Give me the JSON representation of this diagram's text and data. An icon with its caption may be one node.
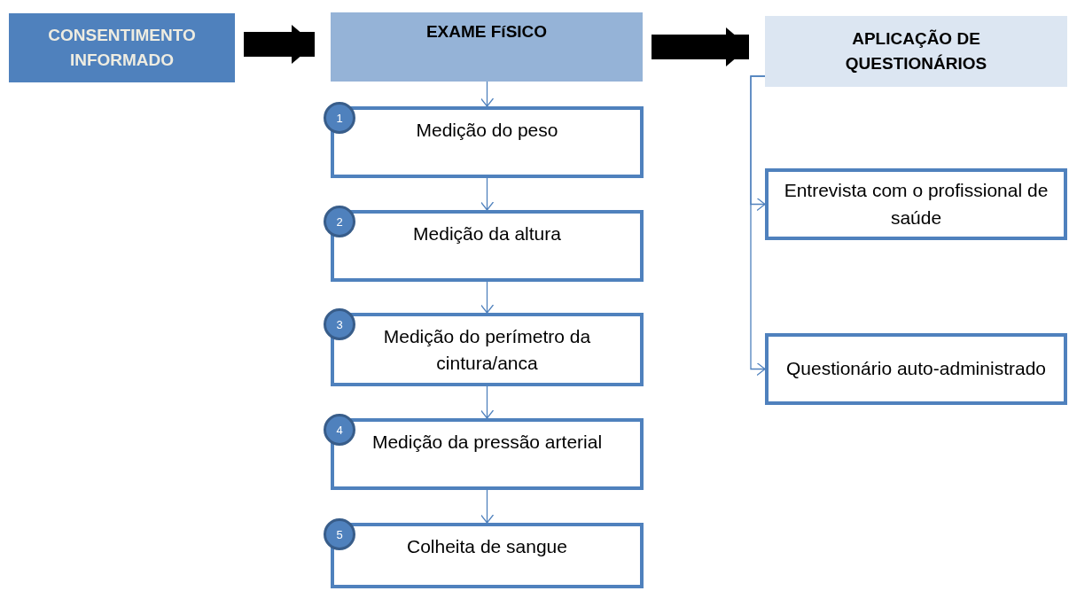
{
  "diagram": {
    "nodes": [
      {
        "text": [
          "CONSENTIMENTO INFORMADO"
        ]
      },
      {
        "text": [
          "EXAME FíSICO"
        ]
      },
      {
        "text": [
          "APLICAÇÃO DE QUESTIONÁRIOS"
        ]
      },
      {
        "text": [
          "1",
          "Medição do peso"
        ]
      },
      {
        "text": [
          "2",
          "Medição da altura"
        ]
      },
      {
        "text": [
          "3",
          "Medição do perímetro da cintura/anca"
        ]
      },
      {
        "text": [
          "4",
          "Medição da pressão arterial"
        ]
      },
      {
        "text": [
          "5",
          "Colheita de sangue"
        ]
      },
      {
        "text": [
          "Entrevista com o profissional de saúde"
        ]
      },
      {
        "text": [
          "Questionário auto-administrado"
        ]
      }
    ],
    "edges": [
      {
        "from": 0,
        "to": 1,
        "arrow": "to",
        "style": "thick",
        "color": "#000000"
      },
      {
        "from": 1,
        "to": 2,
        "arrow": "to",
        "style": "thick",
        "color": "#000000"
      },
      {
        "from": 1,
        "to": 3,
        "arrow": "to"
      },
      {
        "from": 3,
        "to": 4,
        "arrow": "to"
      },
      {
        "from": 4,
        "to": 5,
        "arrow": "to"
      },
      {
        "from": 5,
        "to": 6,
        "arrow": "to"
      },
      {
        "from": 6,
        "to": 7,
        "arrow": "to"
      },
      {
        "from": 2,
        "to": 8,
        "arrow": "to"
      },
      {
        "from": 2,
        "to": 9,
        "arrow": "to"
      }
    ]
  }
}
